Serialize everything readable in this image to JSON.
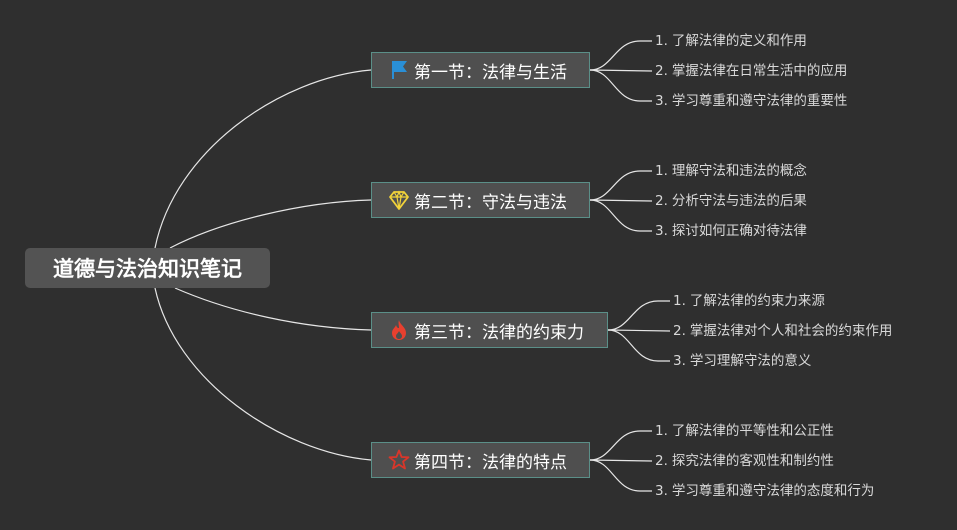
{
  "root": {
    "title": "道德与法治知识笔记"
  },
  "sections": [
    {
      "icon": "flag-icon",
      "title": "第一节：法律与生活",
      "items": [
        {
          "num": "1.",
          "text": "了解法律的定义和作用"
        },
        {
          "num": "2.",
          "text": "掌握法律在日常生活中的应用"
        },
        {
          "num": "3.",
          "text": "学习尊重和遵守法律的重要性"
        }
      ]
    },
    {
      "icon": "diamond-icon",
      "title": "第二节：守法与违法",
      "items": [
        {
          "num": "1.",
          "text": "理解守法和违法的概念"
        },
        {
          "num": "2.",
          "text": "分析守法与违法的后果"
        },
        {
          "num": "3.",
          "text": "探讨如何正确对待法律"
        }
      ]
    },
    {
      "icon": "fire-icon",
      "title": "第三节：法律的约束力",
      "items": [
        {
          "num": "1.",
          "text": "了解法律的约束力来源"
        },
        {
          "num": "2.",
          "text": "掌握法律对个人和社会的约束作用"
        },
        {
          "num": "3.",
          "text": "学习理解守法的意义"
        }
      ]
    },
    {
      "icon": "star-icon",
      "title": "第四节：法律的特点",
      "items": [
        {
          "num": "1.",
          "text": "了解法律的平等性和公正性"
        },
        {
          "num": "2.",
          "text": "探究法律的客观性和制约性"
        },
        {
          "num": "3.",
          "text": "学习尊重和遵守法律的态度和行为"
        }
      ]
    }
  ],
  "colors": {
    "background": "#2f2f2f",
    "connector": "#e6e6e6",
    "node_border": "#5b8f88",
    "flag": "#2a8fd6",
    "diamond": "#f2d33a",
    "fire": "#e8402f",
    "star": "#d9362a"
  }
}
